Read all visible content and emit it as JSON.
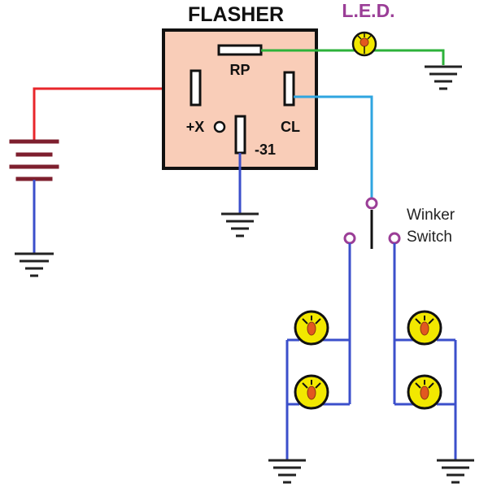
{
  "diagram": {
    "title": "FLASHER",
    "led_label": "L.E.D.",
    "pins": {
      "rp": "RP",
      "plus_x": "+X",
      "cl": "CL",
      "minus_31": "-31"
    },
    "switch_label": [
      "Winker",
      "Switch"
    ]
  },
  "colors": {
    "flasher_body": "#F9CDB8",
    "outline": "#111111",
    "power_wire": "#E8262B",
    "ground_wire": "#3B4FCB",
    "led_wire": "#2DB23A",
    "switch_wire": "#2FA5E0",
    "battery": "#7E1F2E",
    "lamp_fill": "#F2E800",
    "lamp_filament": "#E25820",
    "switch_contact": "#9B3E97",
    "led_text": "#9B3E97"
  }
}
